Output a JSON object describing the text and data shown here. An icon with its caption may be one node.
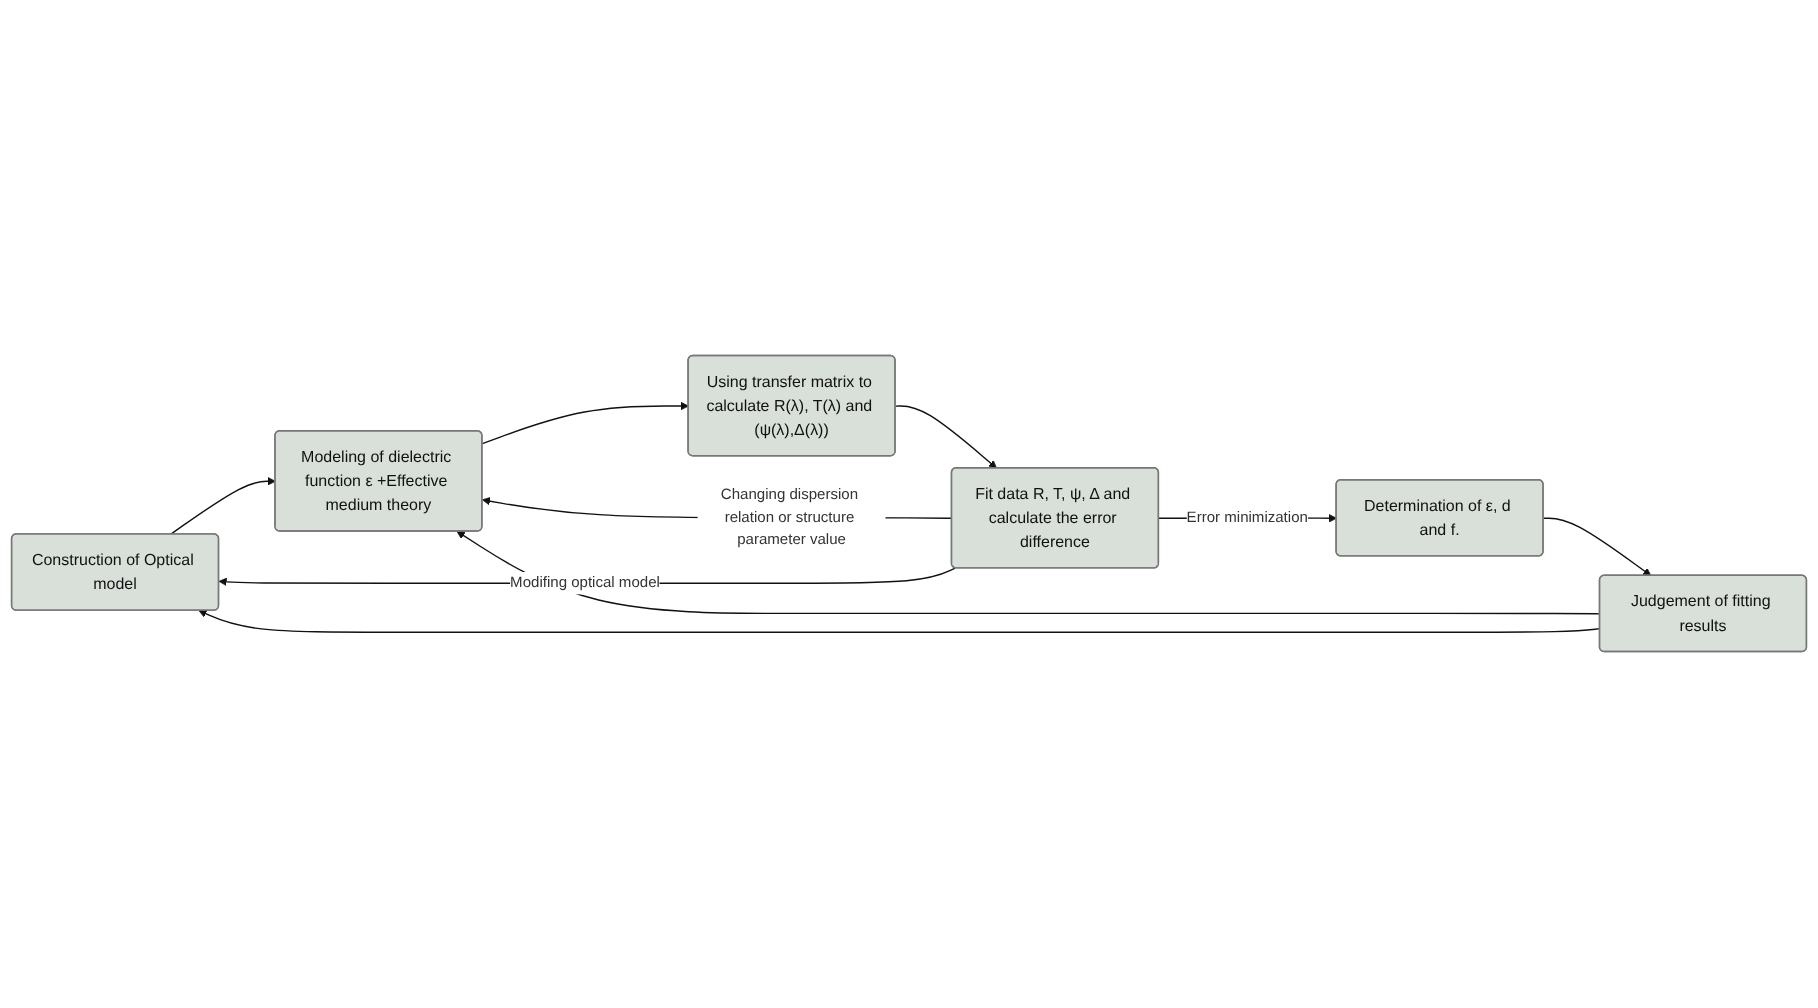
{
  "diagram": {
    "nodes": [
      {
        "text": [
          "Construction of Optical model"
        ]
      },
      {
        "text": [
          "Modeling of dielectric function ε +Effective medium theory"
        ]
      },
      {
        "text": [
          "Using transfer matrix to calculate R(λ), T(λ) and (ψ(λ),Δ(λ))"
        ]
      },
      {
        "text": [
          "Fit data R, T, ψ, Δ and calculate the error difference"
        ]
      },
      {
        "text": [
          "Determination of ε, d and f."
        ]
      },
      {
        "text": [
          "Judgement of fitting results"
        ]
      }
    ],
    "edges": [
      {
        "from": 0,
        "to": 1,
        "arrow": "to"
      },
      {
        "from": 1,
        "to": 2,
        "arrow": "to"
      },
      {
        "from": 2,
        "to": 3,
        "arrow": "to"
      },
      {
        "from": 3,
        "to": 4,
        "arrow": "to",
        "label": "Error minimization"
      },
      {
        "from": 4,
        "to": 5,
        "arrow": "to"
      },
      {
        "from": 3,
        "to": 1,
        "arrow": "to",
        "label": "Changing dispersion relation or structure parameter value"
      },
      {
        "from": 3,
        "to": 0,
        "arrow": "to",
        "label": "Modifing optical model"
      },
      {
        "from": 5,
        "to": 1,
        "arrow": "to"
      },
      {
        "from": 5,
        "to": 0,
        "arrow": "to"
      }
    ]
  }
}
